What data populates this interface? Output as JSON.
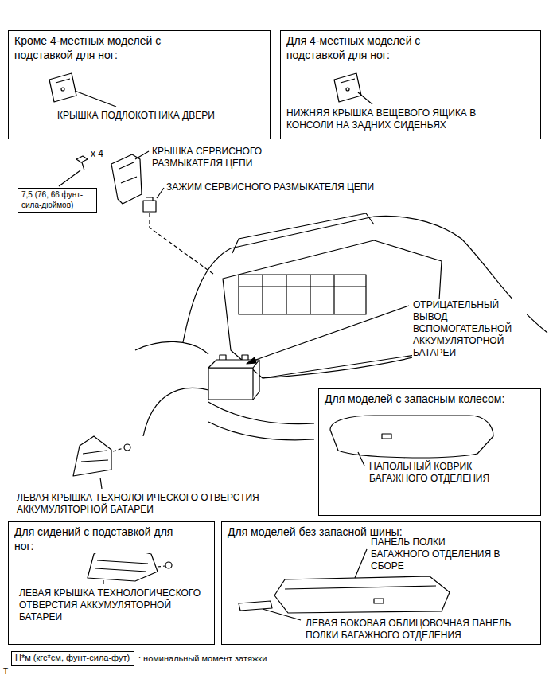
{
  "diagram": {
    "nodes": [
      {
        "text": [
          "Кроме 4-местных моделей с подставкой для ног:",
          "КРЫШКА ПОДЛОКОТНИКА ДВЕРИ"
        ]
      },
      {
        "text": [
          "Для 4-местных моделей с подставкой для ног:",
          "НИЖНЯЯ КРЫШКА ВЕЩЕВОГО ЯЩИКА В КОНСОЛИ НА ЗАДНИХ СИДЕНЬЯХ"
        ]
      },
      {
        "text": [
          "7,5 (76, 66 фунт-сила-дюймов)"
        ]
      },
      {
        "text": [
          "Для моделей с запасным колесом:",
          "НАПОЛЬНЫЙ КОВРИК БАГАЖНОГО ОТДЕЛЕНИЯ"
        ]
      },
      {
        "text": [
          "Для сидений с подставкой для ног:",
          "ЛЕВАЯ КРЫШКА ТЕХНОЛОГИЧЕСКОГО ОТВЕРСТИЯ АККУМУЛЯТОРНОЙ БАТАРЕИ"
        ]
      },
      {
        "text": [
          "Для моделей без запасной шины:",
          "ПАНЕЛЬ ПОЛКИ БАГАЖНОГО ОТДЕЛЕНИЯ В СБОРЕ",
          "ЛЕВАЯ БОКОВАЯ ОБЛИЦОВОЧНАЯ ПАНЕЛЬ ПОЛКИ БАГАЖНОГО ОТДЕЛЕНИЯ"
        ]
      },
      {
        "text": [
          "Н*м (кгс*см, фунт-сила-фут)"
        ]
      }
    ],
    "labels": [
      "x 4",
      "КРЫШКА СЕРВИСНОГО РАЗМЫКАТЕЛЯ ЦЕПИ",
      "ЗАЖИМ СЕРВИСНОГО РАЗМЫКАТЕЛЯ ЦЕПИ",
      "ОТРИЦАТЕЛЬНЫЙ ВЫВОД ВСПОМОГАТЕЛЬНОЙ АККУМУЛЯТОРНОЙ БАТАРЕИ",
      "ЛЕВАЯ КРЫШКА ТЕХНОЛОГИЧЕСКОГО ОТВЕРСТИЯ АККУМУЛЯТОРНОЙ БАТАРЕИ",
      ": номинальный момент затяжки",
      "T"
    ]
  }
}
